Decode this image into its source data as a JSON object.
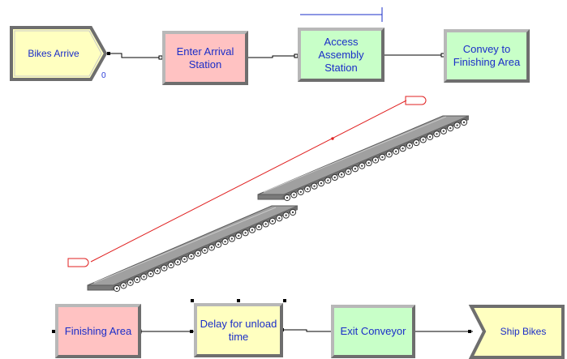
{
  "modules": {
    "bikes_arrive": "Bikes Arrive",
    "enter_arrival": "Enter Arrival Station",
    "access_assembly": "Access Assembly Station",
    "convey_finishing": "Convey to Finishing Area",
    "finishing_area": "Finishing Area",
    "delay_unload": "Delay for unload time",
    "exit_conveyor": "Exit Conveyor",
    "ship_bikes": "Ship Bikes"
  },
  "counter": "0",
  "colors": {
    "station_fill": "#ffc2c2",
    "access_fill": "#c8ffc8",
    "create_fill": "#ffffc0",
    "text": "#1a2dc8",
    "route_line": "#e02020",
    "conveyor_gray": "#9a9a9a"
  }
}
